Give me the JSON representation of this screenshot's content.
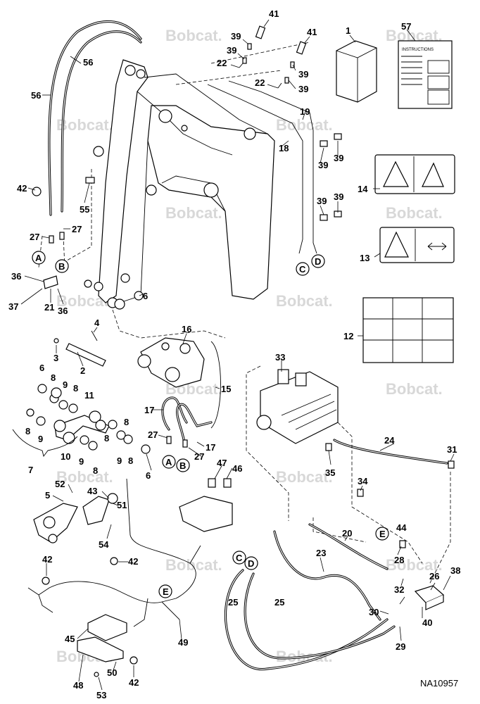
{
  "diagram": {
    "drawing_id": "NA10957",
    "watermark_text": "Bobcat.",
    "instructions_label": "INSTRUCTIONS",
    "connector_labels": [
      "A",
      "B",
      "C",
      "D",
      "E"
    ],
    "callouts": [
      "1",
      "2",
      "3",
      "4",
      "5",
      "6",
      "7",
      "8",
      "9",
      "10",
      "11",
      "12",
      "13",
      "14",
      "15",
      "16",
      "17",
      "18",
      "19",
      "20",
      "21",
      "22",
      "23",
      "24",
      "25",
      "26",
      "27",
      "28",
      "29",
      "30",
      "31",
      "32",
      "33",
      "34",
      "35",
      "36",
      "37",
      "38",
      "39",
      "40",
      "41",
      "42",
      "43",
      "44",
      "45",
      "46",
      "47",
      "48",
      "49",
      "50",
      "51",
      "52",
      "53",
      "54",
      "55",
      "56",
      "57"
    ],
    "colors": {
      "line": "#000000",
      "watermark": "#d8d8d8",
      "background": "#ffffff"
    }
  }
}
